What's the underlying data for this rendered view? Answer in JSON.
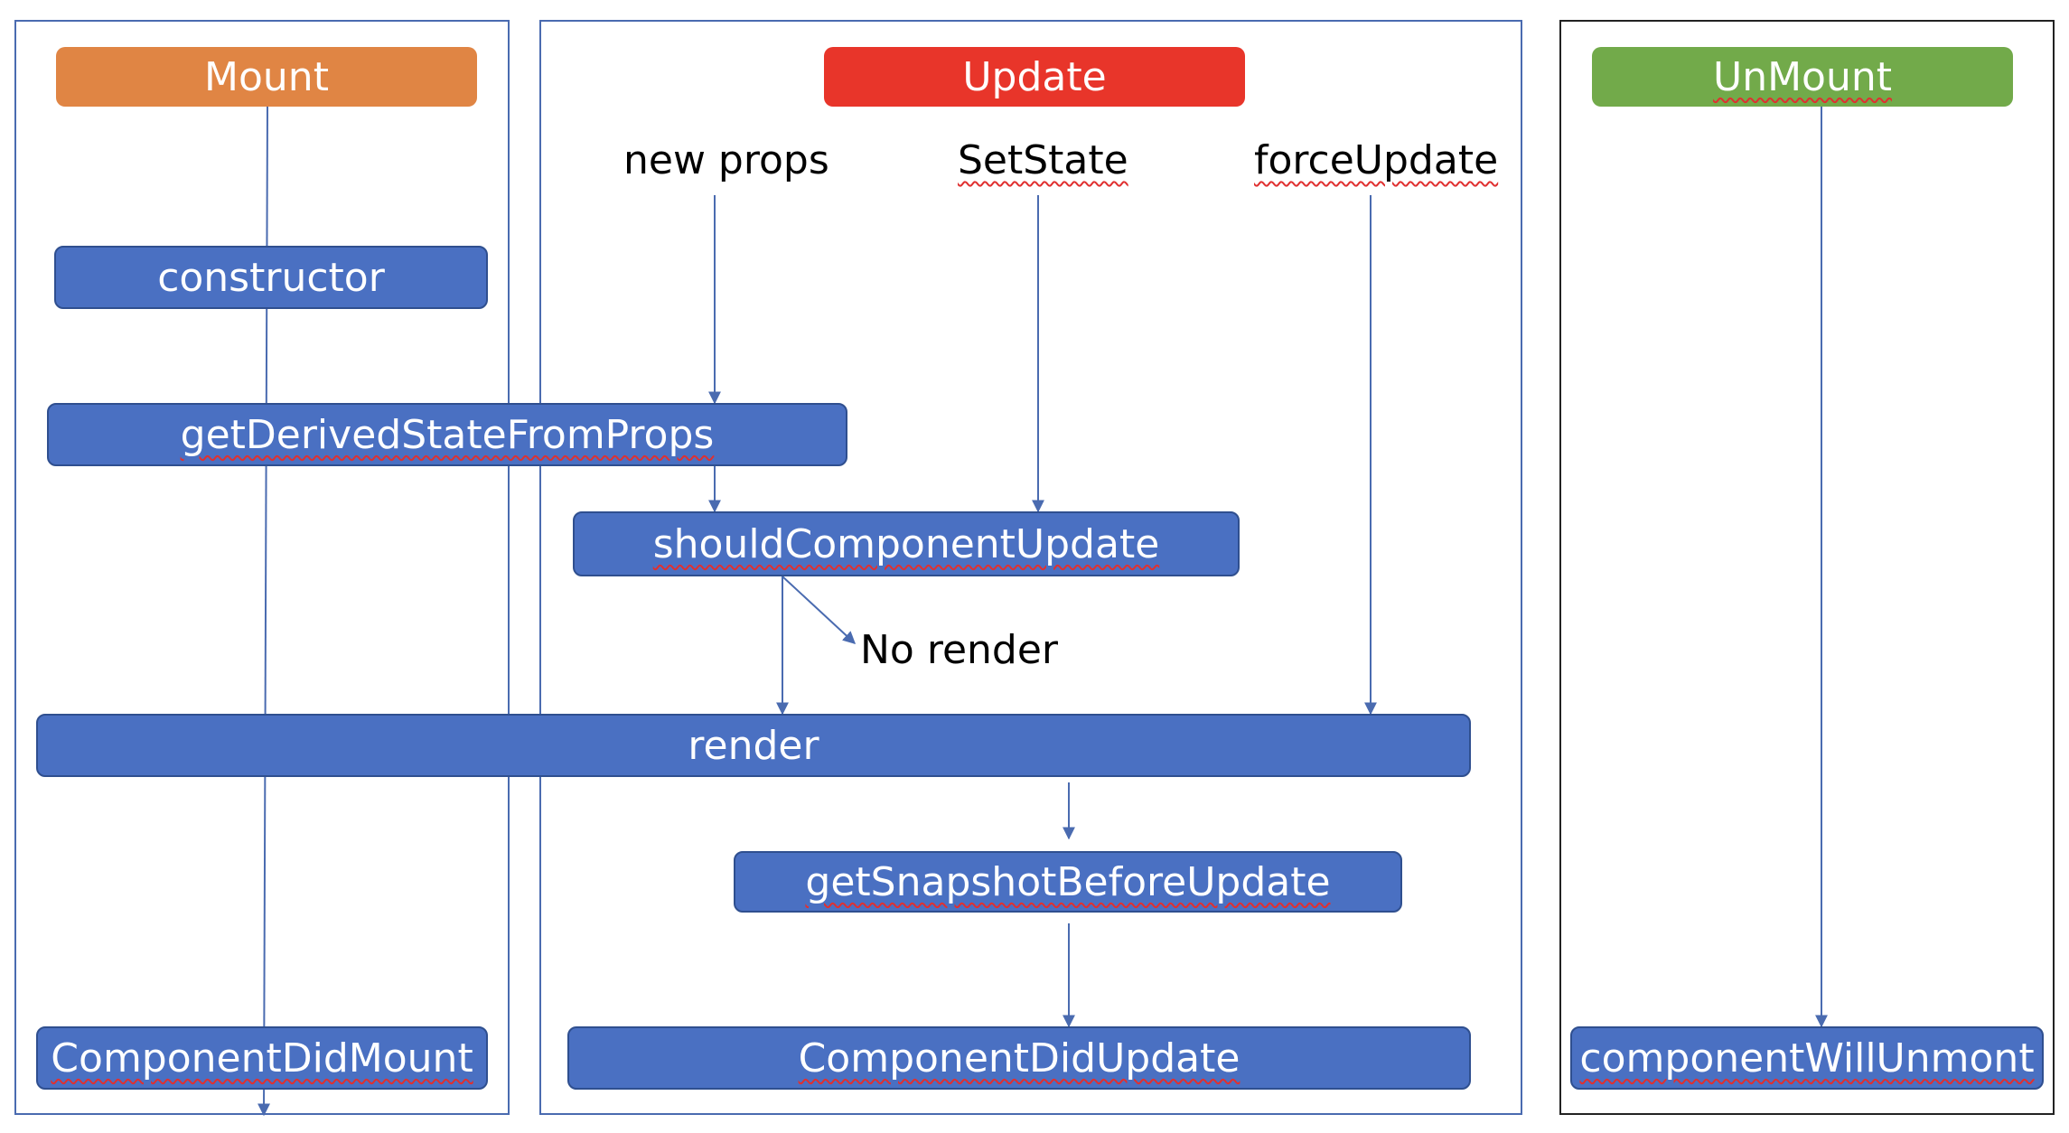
{
  "phases": {
    "mount": {
      "label": "Mount",
      "color": "#e08544"
    },
    "update": {
      "label": "Update",
      "color": "#e8352a"
    },
    "unmount": {
      "label": "UnMount",
      "color": "#72aa4a"
    }
  },
  "triggers": {
    "new_props": "new props",
    "set_state": "SetState",
    "force_update": "forceUpdate"
  },
  "methods": {
    "constructor": "constructor",
    "get_derived_state_from_props": "getDerivedStateFromProps",
    "should_component_update": "shouldComponentUpdate",
    "render": "render",
    "get_snapshot_before_update": "getSnapshotBeforeUpdate",
    "component_did_mount": "ComponentDidMount",
    "component_did_update": "ComponentDidUpdate",
    "component_will_unmount": "componentWillUnmont"
  },
  "no_render_label": "No render",
  "colors": {
    "method_box": "#4a70c2",
    "method_border": "#2f4f8f",
    "arrow": "#4a6bb0",
    "panel_border": "#4a6bb0"
  }
}
